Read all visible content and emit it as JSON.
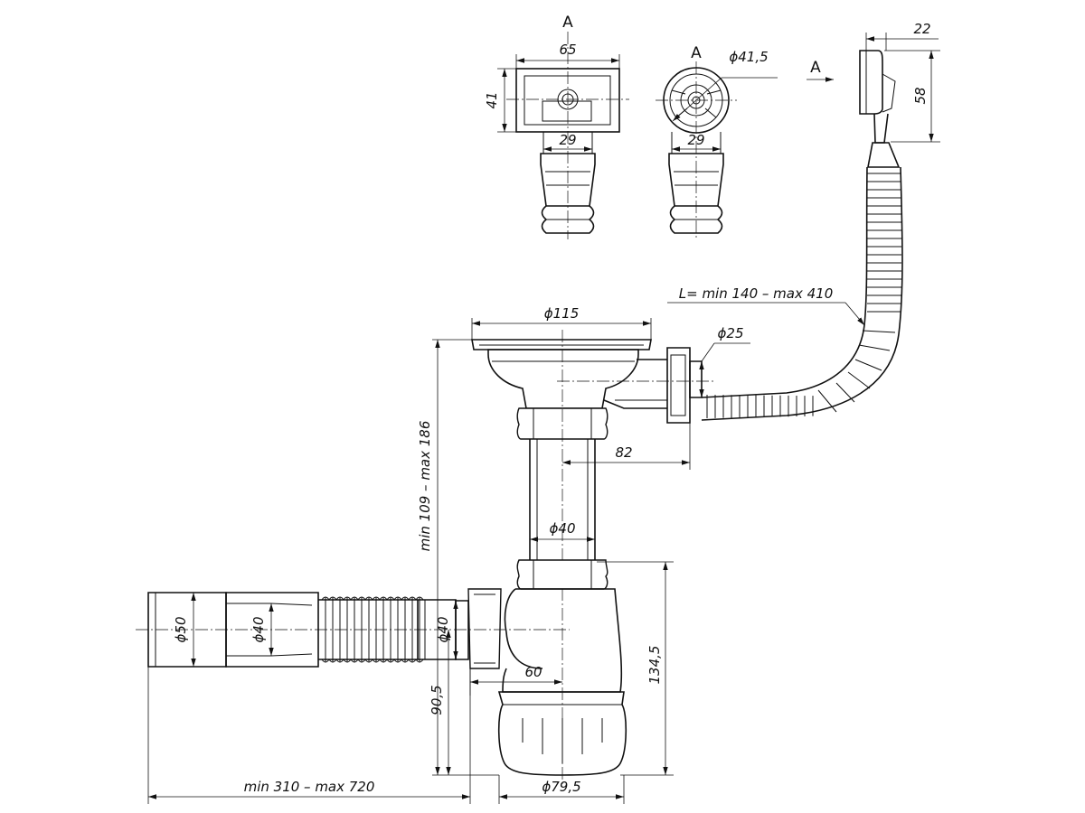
{
  "drawing": {
    "view_marks": [
      "A",
      "A",
      "A"
    ],
    "dimensions": {
      "box_width": "65",
      "box_height": "41",
      "outlet_front": "29",
      "overflow_diameter": "ϕ41,5",
      "outlet_side": "29",
      "overflow_offset": "22",
      "overflow_height": "58",
      "overflow_hose_length": "L= min 140 – max 410",
      "strainer_diameter": "ϕ115",
      "overflow_pipe_diameter": "ϕ25",
      "horizontal_offset": "82",
      "pipe_diameter": "ϕ40",
      "total_height": "min 109 – max 186",
      "outlet_end_diameter": "ϕ50",
      "hose_inner_diameter": "ϕ40",
      "outlet_pipe_diameter": "ϕ40",
      "outlet_offset": "60",
      "outlet_height": "90,5",
      "trap_height": "134,5",
      "trap_diameter": "ϕ79,5",
      "hose_length": "min 310 – max 720"
    }
  }
}
